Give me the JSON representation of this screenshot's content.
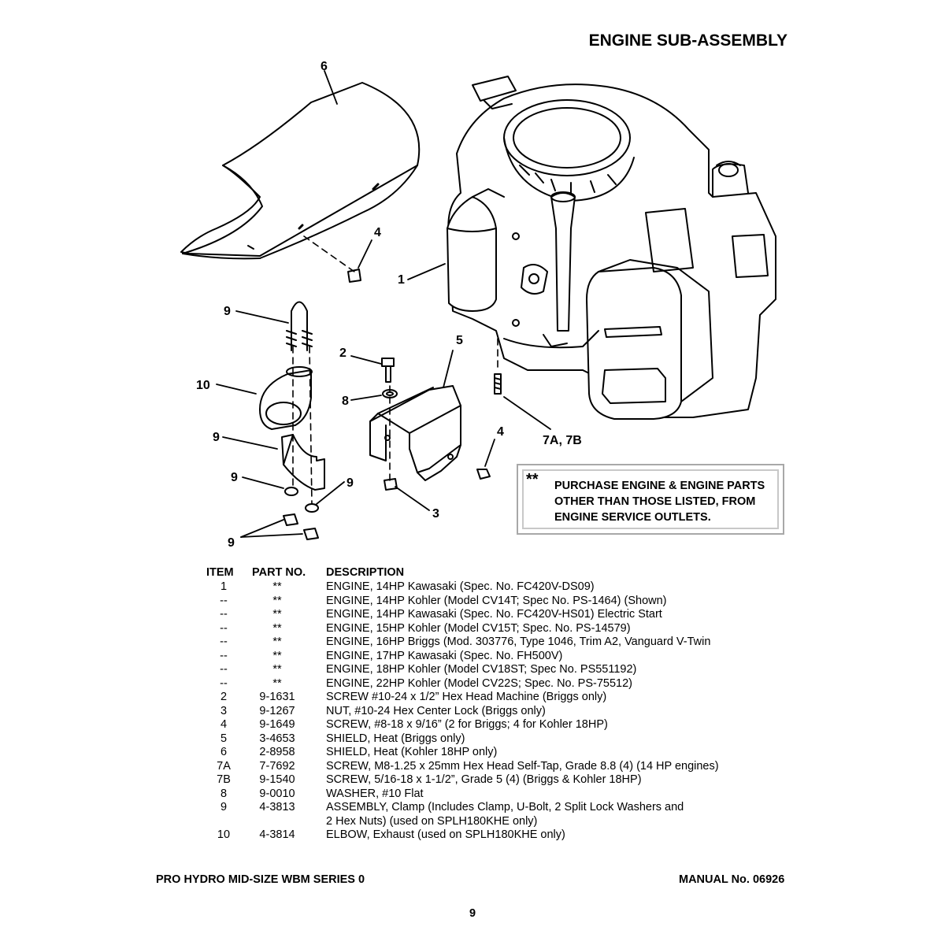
{
  "header": {
    "title": "ENGINE SUB-ASSEMBLY"
  },
  "callouts": {
    "c6": "6",
    "c4a": "4",
    "c1": "1",
    "c9a": "9",
    "c2": "2",
    "c5": "5",
    "c10": "10",
    "c8": "8",
    "c9b": "9",
    "c4b": "4",
    "c7ab": "7A, 7B",
    "c9c": "9",
    "c9d": "9",
    "c3": "3",
    "c9e": "9"
  },
  "note": {
    "marker": "**",
    "lines": [
      "PURCHASE ENGINE & ENGINE PARTS",
      "OTHER THAN THOSE LISTED, FROM",
      "ENGINE SERVICE OUTLETS."
    ]
  },
  "parts_table": {
    "headers": {
      "item": "ITEM",
      "part": "PART NO.",
      "desc": "DESCRIPTION"
    },
    "rows": [
      {
        "item": "1",
        "part": "**",
        "desc": "ENGINE, 14HP Kawasaki (Spec. No. FC420V-DS09)"
      },
      {
        "item": "--",
        "part": "**",
        "desc": "ENGINE, 14HP Kohler (Model CV14T; Spec No. PS-1464) (Shown)"
      },
      {
        "item": "--",
        "part": "**",
        "desc": "ENGINE, 14HP Kawasaki (Spec. No. FC420V-HS01) Electric Start"
      },
      {
        "item": "--",
        "part": "**",
        "desc": "ENGINE, 15HP Kohler (Model CV15T; Spec. No. PS-14579)"
      },
      {
        "item": "--",
        "part": "**",
        "desc": "ENGINE, 16HP Briggs (Mod. 303776, Type 1046, Trim A2, Vanguard V-Twin"
      },
      {
        "item": "--",
        "part": "**",
        "desc": "ENGINE, 17HP Kawasaki (Spec. No. FH500V)"
      },
      {
        "item": "--",
        "part": "**",
        "desc": "ENGINE, 18HP Kohler (Model CV18ST; Spec No. PS551192)"
      },
      {
        "item": "--",
        "part": "**",
        "desc": "ENGINE, 22HP Kohler (Model CV22S; Spec. No. PS-75512)"
      },
      {
        "item": "2",
        "part": "9-1631",
        "desc": "SCREW #10-24 x 1/2” Hex Head Machine (Briggs only)"
      },
      {
        "item": "3",
        "part": "9-1267",
        "desc": "NUT, #10-24 Hex Center Lock (Briggs only)"
      },
      {
        "item": "4",
        "part": "9-1649",
        "desc": "SCREW, #8-18 x 9/16” (2 for Briggs; 4 for Kohler 18HP)"
      },
      {
        "item": "5",
        "part": "3-4653",
        "desc": "SHIELD, Heat (Briggs only)"
      },
      {
        "item": "6",
        "part": "2-8958",
        "desc": "SHIELD, Heat (Kohler 18HP only)"
      },
      {
        "item": "7A",
        "part": "7-7692",
        "desc": "SCREW, M8-1.25 x 25mm Hex Head Self-Tap, Grade 8.8 (4) (14 HP engines)"
      },
      {
        "item": "7B",
        "part": "9-1540",
        "desc": "SCREW, 5/16-18 x 1-1/2”, Grade 5 (4) (Briggs & Kohler 18HP)"
      },
      {
        "item": "8",
        "part": "9-0010",
        "desc": "WASHER, #10 Flat"
      },
      {
        "item": "9",
        "part": "4-3813",
        "desc": "ASSEMBLY, Clamp (Includes Clamp, U-Bolt, 2 Split Lock Washers and"
      },
      {
        "item": "",
        "part": "",
        "desc": "2 Hex Nuts) (used on SPLH180KHE only)"
      },
      {
        "item": "10",
        "part": "4-3814",
        "desc": "ELBOW, Exhaust (used on SPLH180KHE only)"
      }
    ]
  },
  "footer": {
    "left": "PRO HYDRO MID-SIZE WBM SERIES 0",
    "right": "MANUAL No. 06926",
    "page": "9"
  }
}
